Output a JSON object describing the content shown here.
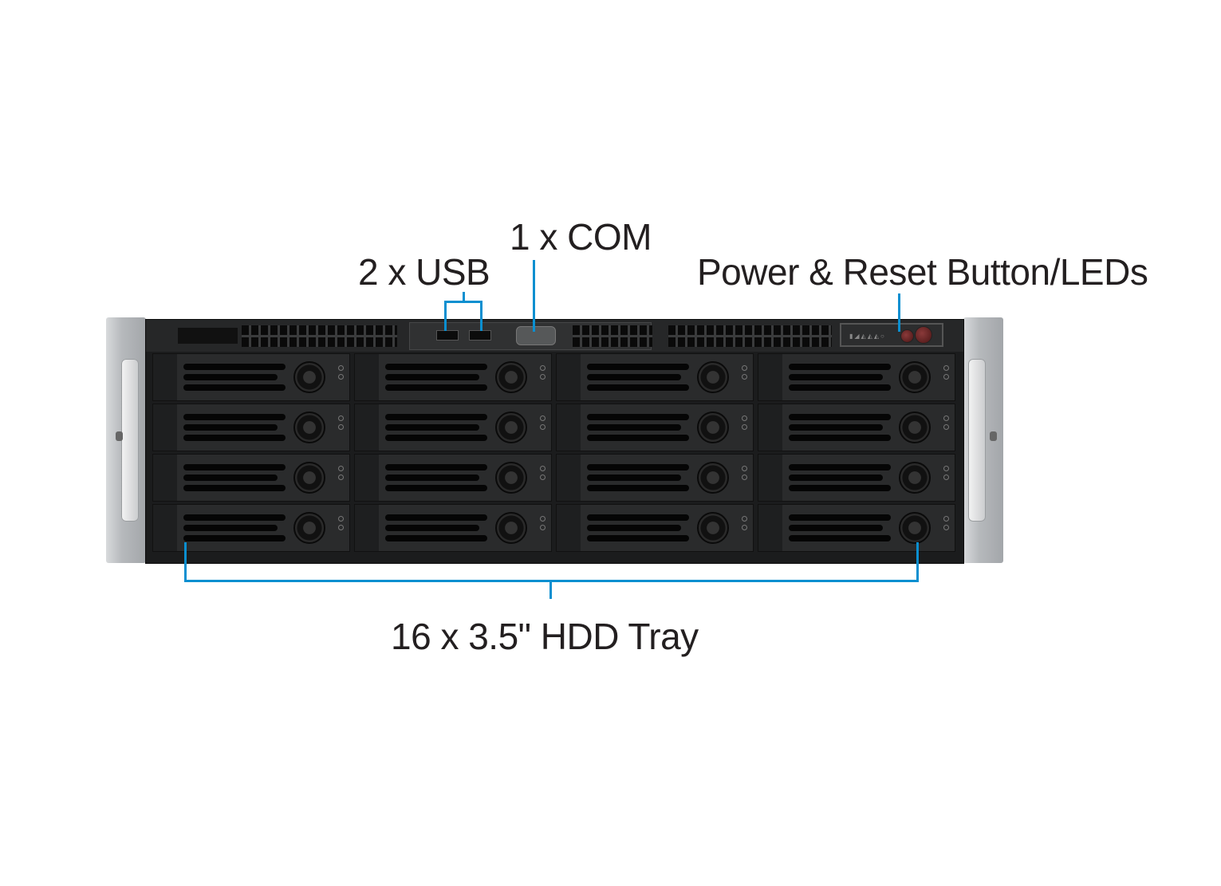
{
  "callouts": {
    "com": "1 x COM",
    "usb": "2 x USB",
    "power": "Power & Reset Button/LEDs",
    "hdd": "16 x 3.5\" HDD Tray"
  },
  "chassis": {
    "tray_rows": 4,
    "tray_cols": 4,
    "callout_color": "#0b8fd0"
  }
}
